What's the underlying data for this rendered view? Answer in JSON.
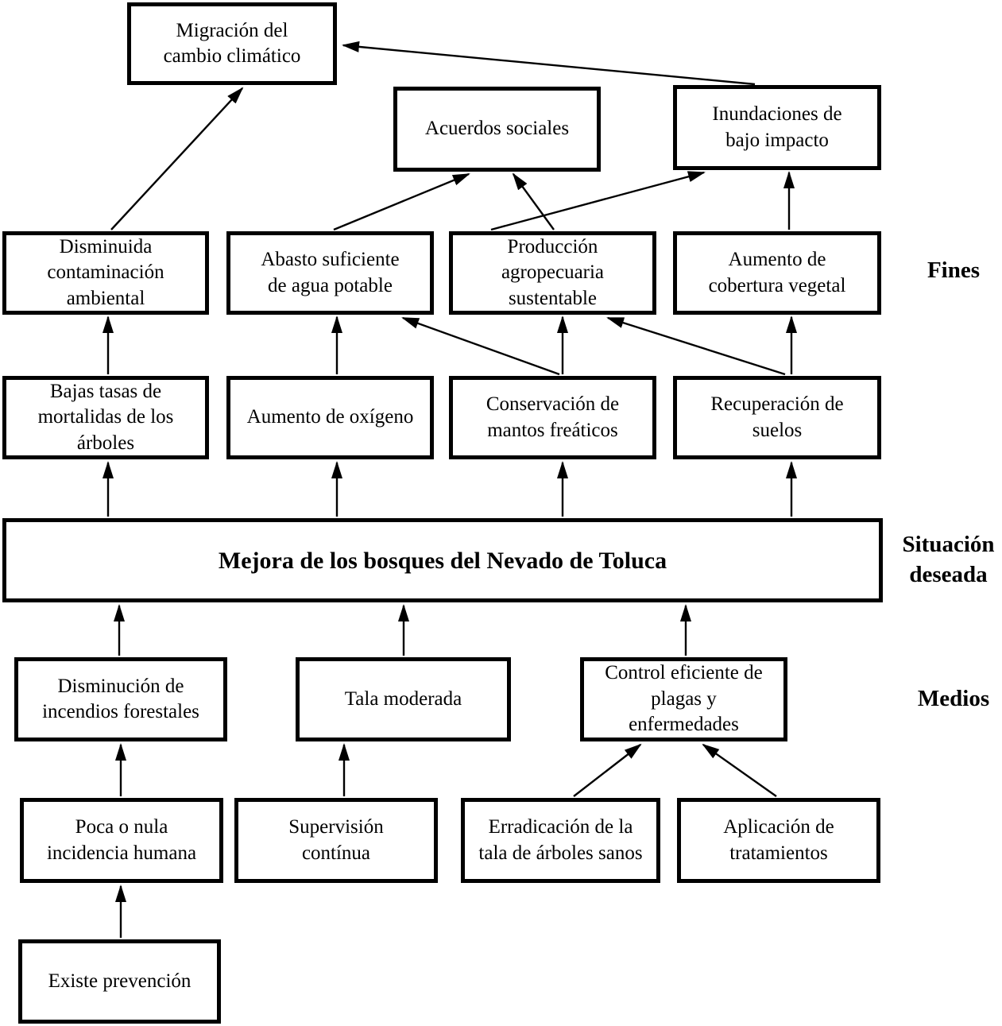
{
  "diagram": {
    "nodes": {
      "migracion": {
        "label": "Migración del\ncambio climático"
      },
      "acuerdos": {
        "label": "Acuerdos sociales"
      },
      "inundaciones": {
        "label": "Inundaciones de\nbajo impacto"
      },
      "disminuida": {
        "label": "Disminuida\ncontaminación\nambiental"
      },
      "abasto": {
        "label": "Abasto suficiente\nde agua potable"
      },
      "produccion": {
        "label": "Producción\nagropecuaria\nsustentable"
      },
      "cobertura": {
        "label": "Aumento de\ncobertura vegetal"
      },
      "bajas": {
        "label": "Bajas tasas de\nmortalidas de los\nárboles"
      },
      "oxigeno": {
        "label": "Aumento de oxígeno"
      },
      "conservacion": {
        "label": "Conservación de\nmantos freáticos"
      },
      "recuperacion": {
        "label": "Recuperación de\nsuelos"
      },
      "mejora": {
        "label": "Mejora de los bosques del Nevado de Toluca"
      },
      "incendios": {
        "label": "Disminución de\nincendios forestales"
      },
      "tala": {
        "label": "Tala moderada"
      },
      "control": {
        "label": "Control eficiente de\nplagas y\nenfermedades"
      },
      "poca": {
        "label": "Poca o nula\nincidencia humana"
      },
      "supervision": {
        "label": "Supervisión\ncontínua"
      },
      "erradicacion": {
        "label": "Erradicación de la\ntala de árboles sanos"
      },
      "aplicacion": {
        "label": "Aplicación de\ntratamientos"
      },
      "existe": {
        "label": "Existe prevención"
      }
    },
    "side_labels": {
      "fines": "Fines",
      "situacion": "Situación\ndeseada",
      "medios": "Medios"
    },
    "edges": [
      {
        "from": "disminuida",
        "to": "migracion"
      },
      {
        "from": "inundaciones",
        "to": "migracion"
      },
      {
        "from": "abasto",
        "to": "acuerdos"
      },
      {
        "from": "produccion",
        "to": "acuerdos"
      },
      {
        "from": "produccion",
        "to": "inundaciones"
      },
      {
        "from": "cobertura",
        "to": "inundaciones"
      },
      {
        "from": "bajas",
        "to": "disminuida"
      },
      {
        "from": "oxigeno",
        "to": "abasto"
      },
      {
        "from": "conservacion",
        "to": "abasto"
      },
      {
        "from": "conservacion",
        "to": "produccion"
      },
      {
        "from": "recuperacion",
        "to": "produccion"
      },
      {
        "from": "recuperacion",
        "to": "cobertura"
      },
      {
        "from": "mejora",
        "to": "bajas"
      },
      {
        "from": "mejora",
        "to": "oxigeno"
      },
      {
        "from": "mejora",
        "to": "conservacion"
      },
      {
        "from": "mejora",
        "to": "recuperacion"
      },
      {
        "from": "incendios",
        "to": "mejora"
      },
      {
        "from": "tala",
        "to": "mejora"
      },
      {
        "from": "control",
        "to": "mejora"
      },
      {
        "from": "poca",
        "to": "incendios"
      },
      {
        "from": "supervision",
        "to": "tala"
      },
      {
        "from": "erradicacion",
        "to": "control"
      },
      {
        "from": "aplicacion",
        "to": "control"
      },
      {
        "from": "existe",
        "to": "poca"
      }
    ],
    "colors": {
      "line": "#000000",
      "box_bg": "#ffffff",
      "text": "#000000"
    }
  }
}
